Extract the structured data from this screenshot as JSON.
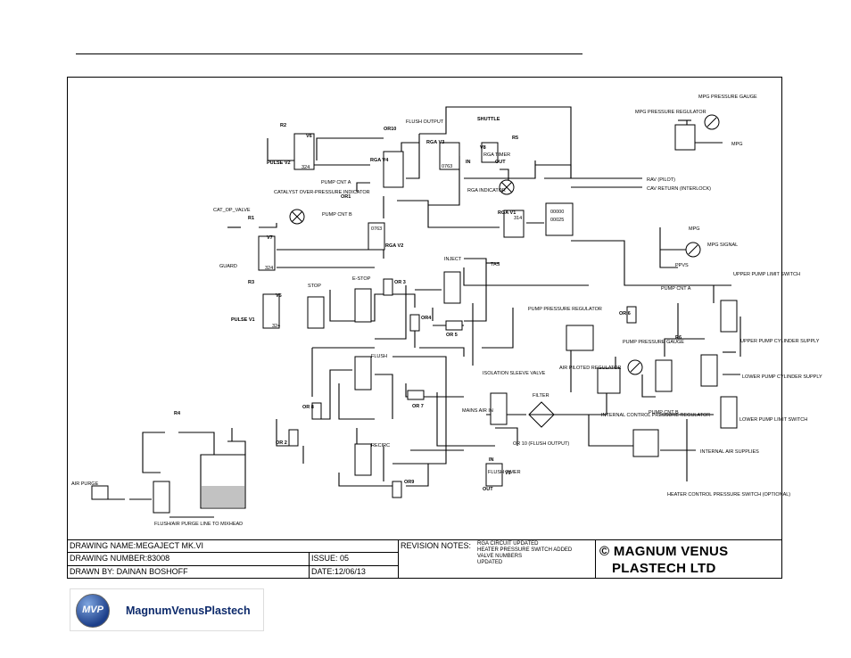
{
  "labels": {
    "or10": "OR10",
    "flush_output_top": "FLUSH OUTPUT",
    "r2": "R2",
    "v6": "V6",
    "pulse_v2": "PULSE V2",
    "n324_a": "324",
    "rga_v4": "RGA V4",
    "pump_cnt_a": "PUMP CNT A",
    "or1": "OR1",
    "pump_cnt_b_left": "PUMP CNT B",
    "catalyst_indicator": "CATALYST OVER-PRESSURE INDICATOR",
    "cat_op_valve": "CAT_OP_VALVE",
    "r1": "R1",
    "v7": "V7",
    "guard": "GUARD",
    "n324_b": "324",
    "r3": "R3",
    "v5": "V5",
    "pulse_v1": "PULSE V1",
    "n324_c": "324",
    "stop": "STOP",
    "e_stop": "E-STOP",
    "or3": "OR 3",
    "rga_v2": "RGA V2",
    "n0763_a": "0763",
    "rga_v3": "RGA V3",
    "n0763_b": "0763",
    "shuttle": "SHUTTLE",
    "r5": "R5",
    "v8": "V8",
    "rga_timer": "RGA TIMER",
    "in_v8": "IN",
    "out_v8": "OUT",
    "rga_indicator": "RGA INDICATOR",
    "rga_v1": "RGA V1",
    "n314": "314",
    "counter_top": "00000",
    "counter_bottom": "00025",
    "rav_pilot": "RAV (PILOT)",
    "cav_return": "CAV RETURN (INTERLOCK)",
    "inject": "INJECT",
    "tas": "TAS",
    "or4": "OR4",
    "or5": "OR 5",
    "flush": "FLUSH",
    "or7": "OR 7",
    "or8": "OR 8",
    "or2": "OR 2",
    "recirc": "RECIRC",
    "or9": "OR9",
    "r4": "R4",
    "air_purge": "AIR PURGE",
    "flush_purge_line": "FLUSH/AIR PURGE LINE TO MIXHEAD",
    "isolation_valve": "ISOLATION SLEEVE VALVE",
    "mains_air_in": "MAINS AIR IN",
    "filter": "FILTER",
    "or10_bottom": "OR 10 (FLUSH OUTPUT)",
    "in_v9": "IN",
    "v9": "V9",
    "flush_timer": "FLUSH TIMER",
    "out_v9": "OUT",
    "pump_pressure_regulator": "PUMP PRESSURE REGULATOR",
    "air_piloted_regulator": "AIR PILOTED REGULATOR",
    "pump_pressure_gauge": "PUMP PRESSURE GAUGE",
    "or6": "OR 6",
    "r6": "R6",
    "pump_cnt_a_right": "PUMP CNT A",
    "pump_cnt_b_right": "PUMP CNT B",
    "internal_control_regulator": "INTERNAL CONTROL PRESSURE REGULATOR",
    "internal_air_supplies": "INTERNAL AIR SUPPLIES",
    "heater_control_switch": "HEATER CONTROL PRESSURE SWITCH (OPTIONAL)",
    "mpg_regulator": "MPG PRESSURE REGULATOR",
    "mpg_gauge": "MPG PRESSURE GAUGE",
    "mpg_out": "MPG",
    "mpg_mid": "MPG",
    "mpg_signal": "MPG SIGNAL",
    "ppvs": "PPVS",
    "upper_limit_switch": "UPPER PUMP LIMIT SWITCH",
    "upper_cyl_supply": "UPPER PUMP CYLINDER SUPPLY",
    "lower_cyl_supply": "LOWER PUMP CYLINDER SUPPLY",
    "lower_limit_switch": "LOWER PUMP LIMIT SWITCH"
  },
  "title_block": {
    "drawing_name": "DRAWING NAME:MEGAJECT MK.VI",
    "drawing_number": "DRAWING NUMBER:83008",
    "drawn_by": "DRAWN BY: DAINAN BOSHOFF",
    "issue": "ISSUE: 05",
    "date": "DATE:12/06/13",
    "revision_heading": "REVISION NOTES:",
    "revision_lines": [
      "RGA CIRCUIT UPDATED",
      "HEATER PRESSURE SWITCH ADDED",
      "VALVE NUMBERS",
      "UPDATED"
    ],
    "copyright_line1": "© MAGNUM VENUS",
    "copyright_line2": "PLASTECH LTD"
  },
  "logo": {
    "badge": "MVP",
    "name": "MagnumVenusPlastech",
    "colors": {
      "primary": "#1d3f8a",
      "light": "#7fa6e0"
    }
  }
}
